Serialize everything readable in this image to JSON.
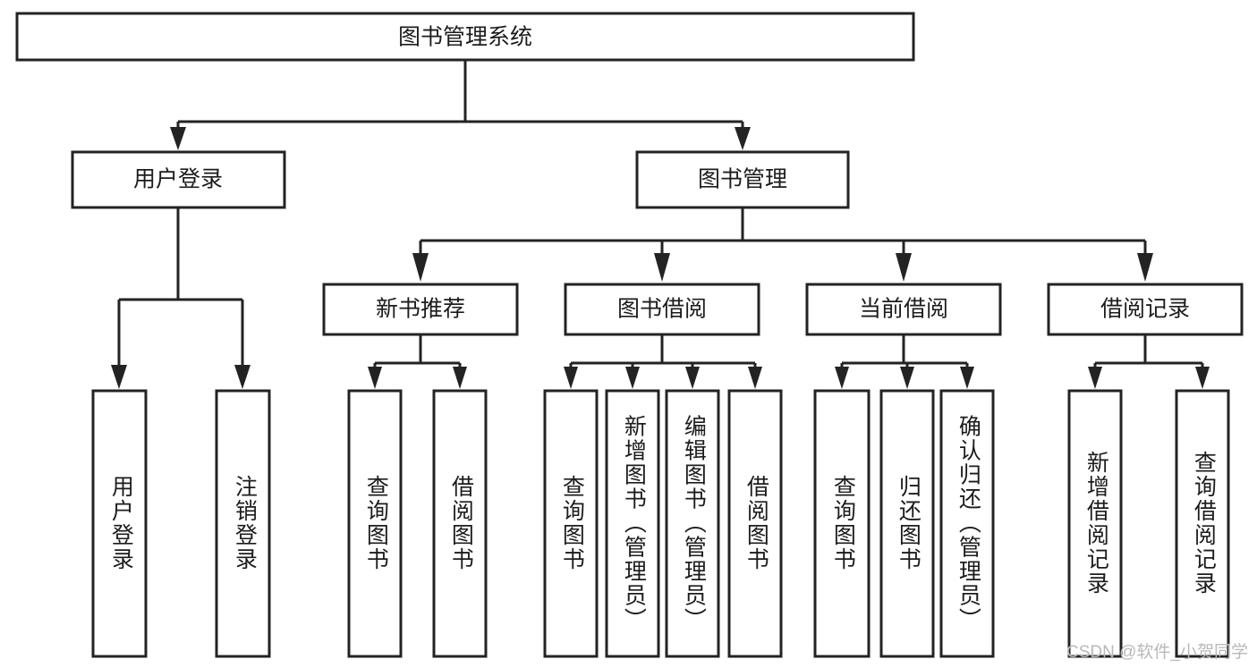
{
  "diagram": {
    "title": "图书管理系统",
    "type": "tree-hierarchy",
    "watermark": "CSDN @软件_小贺同学",
    "colors": {
      "stroke": "#232323",
      "fill": "#ffffff",
      "text": "#1c1c1c",
      "watermark": "#b9b9b9"
    },
    "nodes": {
      "root": {
        "label": "图书管理系统",
        "level": 1,
        "orientation": "horizontal"
      },
      "user_login": {
        "label": "用户登录",
        "level": 2,
        "orientation": "horizontal"
      },
      "book_manage": {
        "label": "图书管理",
        "level": 2,
        "orientation": "horizontal"
      },
      "new_book_rec": {
        "label": "新书推荐",
        "level": 3,
        "orientation": "horizontal"
      },
      "book_borrow": {
        "label": "图书借阅",
        "level": 3,
        "orientation": "horizontal"
      },
      "current_borrow": {
        "label": "当前借阅",
        "level": 3,
        "orientation": "horizontal"
      },
      "borrow_record": {
        "label": "借阅记录",
        "level": 3,
        "orientation": "horizontal"
      },
      "leaf_user_login": {
        "label": "用户登录",
        "level": 4,
        "orientation": "vertical"
      },
      "leaf_logout": {
        "label": "注销登录",
        "level": 4,
        "orientation": "vertical"
      },
      "leaf_query_book_1": {
        "label": "查询图书",
        "level": 4,
        "orientation": "vertical"
      },
      "leaf_borrow_book_1": {
        "label": "借阅图书",
        "level": 4,
        "orientation": "vertical"
      },
      "leaf_query_book_2": {
        "label": "查询图书",
        "level": 4,
        "orientation": "vertical"
      },
      "leaf_add_book": {
        "label": "新增图书（管理员）",
        "level": 4,
        "orientation": "vertical"
      },
      "leaf_edit_book": {
        "label": "编辑图书（管理员）",
        "level": 4,
        "orientation": "vertical"
      },
      "leaf_borrow_book_2": {
        "label": "借阅图书",
        "level": 4,
        "orientation": "vertical"
      },
      "leaf_query_book_3": {
        "label": "查询图书",
        "level": 4,
        "orientation": "vertical"
      },
      "leaf_return_book": {
        "label": "归还图书",
        "level": 4,
        "orientation": "vertical"
      },
      "leaf_confirm_return": {
        "label": "确认归还（管理员）",
        "level": 4,
        "orientation": "vertical"
      },
      "leaf_add_record": {
        "label": "新增借阅记录",
        "level": 4,
        "orientation": "vertical"
      },
      "leaf_query_record": {
        "label": "查询借阅记录",
        "level": 4,
        "orientation": "vertical"
      }
    },
    "edges": [
      {
        "from": "root",
        "to": "user_login"
      },
      {
        "from": "root",
        "to": "book_manage"
      },
      {
        "from": "user_login",
        "to": "leaf_user_login"
      },
      {
        "from": "user_login",
        "to": "leaf_logout"
      },
      {
        "from": "book_manage",
        "to": "new_book_rec"
      },
      {
        "from": "book_manage",
        "to": "book_borrow"
      },
      {
        "from": "book_manage",
        "to": "current_borrow"
      },
      {
        "from": "book_manage",
        "to": "borrow_record"
      },
      {
        "from": "new_book_rec",
        "to": "leaf_query_book_1"
      },
      {
        "from": "new_book_rec",
        "to": "leaf_borrow_book_1"
      },
      {
        "from": "book_borrow",
        "to": "leaf_query_book_2"
      },
      {
        "from": "book_borrow",
        "to": "leaf_add_book"
      },
      {
        "from": "book_borrow",
        "to": "leaf_edit_book"
      },
      {
        "from": "book_borrow",
        "to": "leaf_borrow_book_2"
      },
      {
        "from": "current_borrow",
        "to": "leaf_query_book_3"
      },
      {
        "from": "current_borrow",
        "to": "leaf_return_book"
      },
      {
        "from": "current_borrow",
        "to": "leaf_confirm_return"
      },
      {
        "from": "borrow_record",
        "to": "leaf_add_record"
      },
      {
        "from": "borrow_record",
        "to": "leaf_query_record"
      }
    ]
  }
}
